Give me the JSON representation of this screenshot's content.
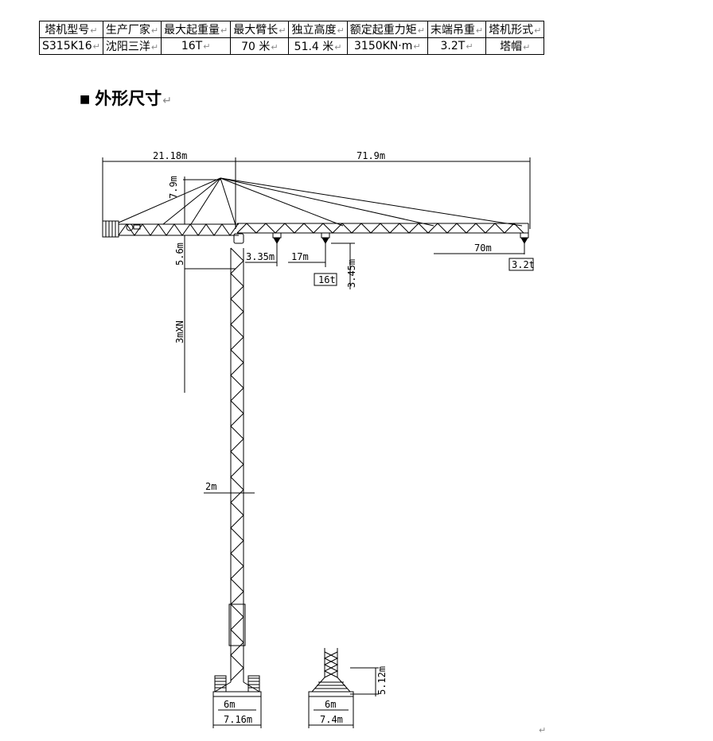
{
  "para_mark": "↵",
  "spec_table": {
    "headers": [
      "塔机型号",
      "生产厂家",
      "最大起重量",
      "最大臂长",
      "独立高度",
      "额定起重力矩",
      "末端吊重",
      "塔机形式"
    ],
    "values": [
      "S315K16",
      "沈阳三洋",
      "16T",
      "70 米",
      "51.4 米",
      "3150KN·m",
      "3.2T",
      "塔帽"
    ]
  },
  "section_title": "外形尺寸",
  "drawing": {
    "dim_counter_jib": "21.18m",
    "dim_jib": "71.9m",
    "dim_cap_height": "7.9m",
    "dim_head_height": "5.6m",
    "dim_min_radius": "3.35m",
    "dim_radius_16t": "17m",
    "dim_hook_drop": "3.45m",
    "dim_radius_end": "70m",
    "load_max": "16t",
    "load_end": "3.2t",
    "dim_mast_sections": "3mXN",
    "dim_mast_width": "2m",
    "dim_base_height": "5.12m",
    "dim_base1_inner": "6m",
    "dim_base1_outer": "7.16m",
    "dim_base2_inner": "6m",
    "dim_base2_outer": "7.4m"
  }
}
